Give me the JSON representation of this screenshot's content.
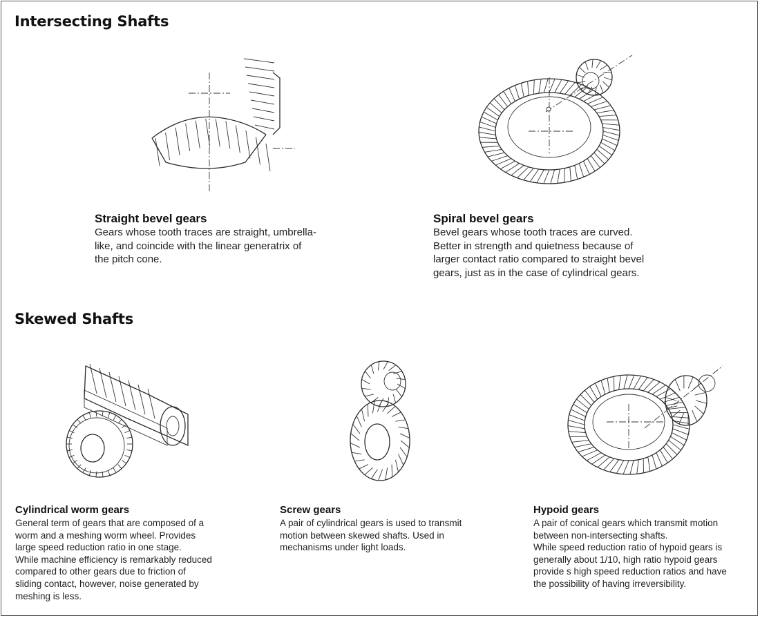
{
  "sections": {
    "intersecting": {
      "title": "Intersecting Shafts"
    },
    "skewed": {
      "title": "Skewed Shafts"
    }
  },
  "gears": {
    "straight_bevel": {
      "title": "Straight bevel gears",
      "lines": [
        "Gears whose tooth traces are straight, umbrella-",
        "like, and coincide with the linear generatrix of",
        "the pitch cone."
      ]
    },
    "spiral_bevel": {
      "title": "Spiral bevel gears",
      "lines": [
        "Bevel gears whose tooth traces are curved.",
        "Better in strength and quietness because of",
        "larger contact ratio compared to straight bevel",
        "gears, just as in the case of cylindrical gears."
      ]
    },
    "worm": {
      "title": "Cylindrical worm gears",
      "lines": [
        "General term of gears that are composed of a",
        "worm and a meshing worm wheel. Provides",
        "large speed reduction ratio in one stage.",
        "While machine efficiency is remarkably reduced",
        "compared to other gears due to friction of",
        "sliding contact, however, noise generated by",
        "meshing is less."
      ]
    },
    "screw": {
      "title": "Screw gears",
      "lines": [
        "A pair of cylindrical gears is used to transmit",
        "motion between skewed shafts. Used in",
        "mechanisms under light loads."
      ]
    },
    "hypoid": {
      "title": "Hypoid gears",
      "lines": [
        "A pair of conical gears which transmit motion",
        "between non-intersecting shafts.",
        "While speed reduction ratio of hypoid gears is",
        "generally about 1/10, high ratio hypoid gears",
        "provide s high speed reduction ratios and have",
        "the possibility of having irreversibility."
      ]
    }
  }
}
